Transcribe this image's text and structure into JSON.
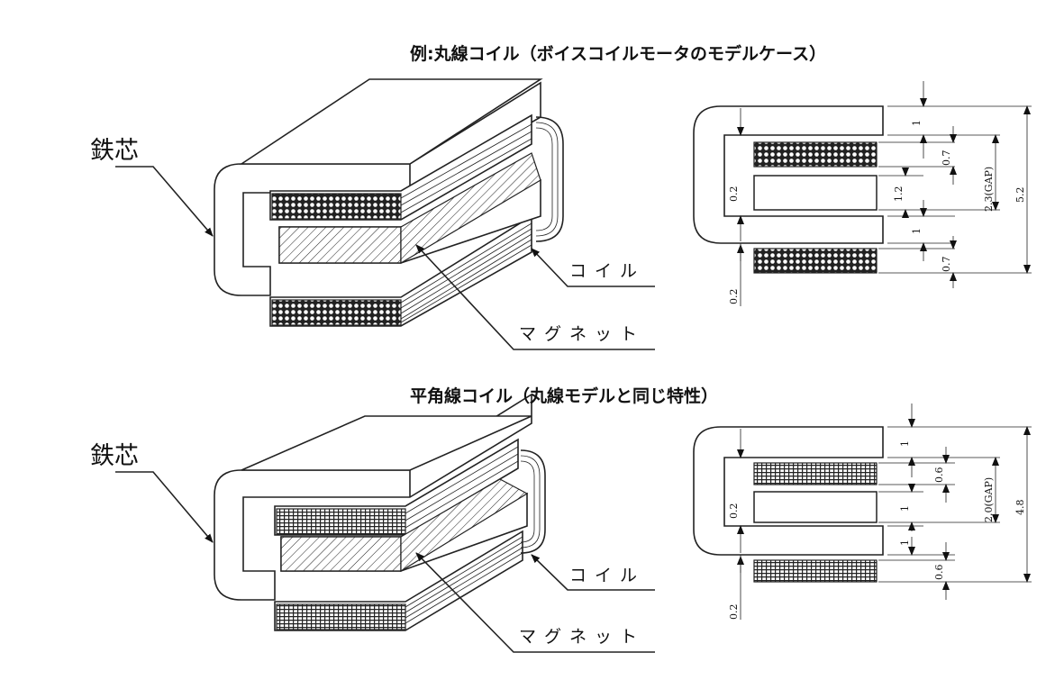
{
  "top": {
    "title": "例:丸線コイル（ボイスコイルモータのモデルケース）",
    "core_label": "鉄芯",
    "coil_label": "コイル",
    "magnet_label": "マグネット",
    "dims": {
      "core_top": "1",
      "coil_gap": "0.7",
      "gap": "2.3(GAP)",
      "total": "5.2",
      "inner_gap": "0.2",
      "magnet": "1.2",
      "core_bottom": "1",
      "coil_bottom": "0.7",
      "outer_gap": "0.2"
    }
  },
  "bottom": {
    "title": "平角線コイル（丸線モデルと同じ特性）",
    "core_label": "鉄芯",
    "coil_label": "コイル",
    "magnet_label": "マグネット",
    "dims": {
      "core_top": "1",
      "coil_gap": "0.6",
      "gap": "2.0(GAP)",
      "total": "4.8",
      "inner_gap": "0.2",
      "magnet": "1",
      "core_bottom": "1",
      "coil_bottom": "0.6",
      "outer_gap": "0.2"
    }
  }
}
